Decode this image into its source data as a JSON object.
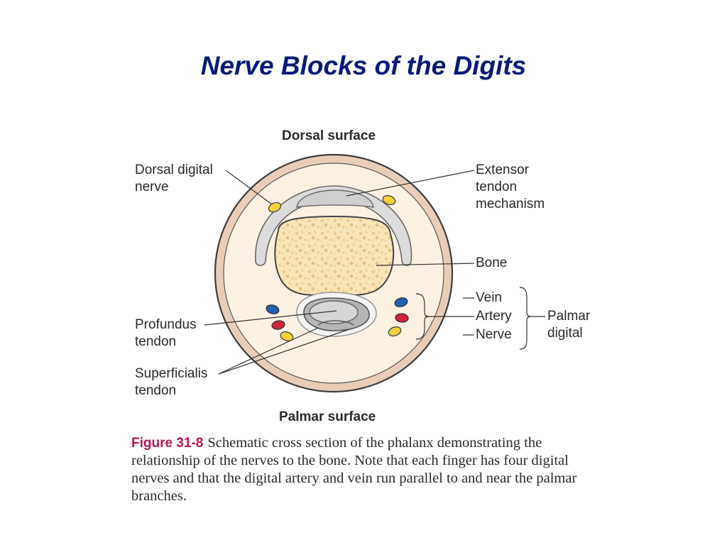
{
  "slide": {
    "title": "Nerve Blocks of the Digits"
  },
  "labels": {
    "dorsal_surface": "Dorsal surface",
    "palmar_surface": "Palmar surface",
    "dorsal_digital_nerve": [
      "Dorsal digital",
      "nerve"
    ],
    "extensor_tendon": [
      "Extensor",
      "tendon",
      "mechanism"
    ],
    "bone": "Bone",
    "vein": "Vein",
    "artery": "Artery",
    "nerve": "Nerve",
    "palmar_digital": [
      "Palmar",
      "digital"
    ],
    "profundus_tendon": [
      "Profundus",
      "tendon"
    ],
    "superficialis_tendon": [
      "Superficialis",
      "tendon"
    ]
  },
  "caption": {
    "figure_number": "Figure 31-8",
    "text": "Schematic cross section of the phalanx demonstrating the relationship of the nerves to the bone. Note that each finger has four digital nerves and that the digital artery and vein run parallel to and near the palmar branches."
  },
  "colors": {
    "title": "#0a1a7a",
    "skin_outer": "#e8cdb8",
    "skin_inner": "#fbf1e3",
    "bone": "#f7e6b8",
    "tendon": "#c9c9c9",
    "vein": "#1f5fb0",
    "artery": "#d1243a",
    "nerve": "#f3d23a",
    "figure_number": "#b3165a"
  }
}
